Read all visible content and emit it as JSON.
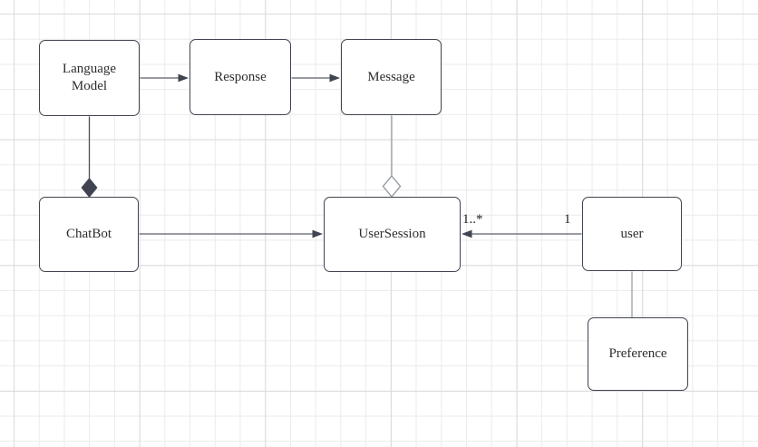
{
  "canvas": {
    "background": "#ffffff",
    "grid_minor_color": "#ebebeb",
    "grid_major_color": "#dbdbdb"
  },
  "colors": {
    "node_border": "#3f4450",
    "node_fill": "#ffffff",
    "connector_dark": "#5a5f6a",
    "connector_light": "#9aa0a8",
    "composition_diamond_fill": "#3f4450",
    "aggregation_diamond_fill": "#ffffff",
    "text": "#2d2d2d"
  },
  "nodes": {
    "language_model": {
      "label": "Language Model"
    },
    "response": {
      "label": "Response"
    },
    "message": {
      "label": "Message"
    },
    "chatbot": {
      "label": "ChatBot"
    },
    "user_session": {
      "label": "UserSession"
    },
    "user": {
      "label": "user"
    },
    "preference": {
      "label": "Preference"
    }
  },
  "edges": {
    "language_model_to_response": {
      "type": "arrow"
    },
    "response_to_message": {
      "type": "arrow"
    },
    "language_model_to_chatbot": {
      "type": "composition-diamond"
    },
    "message_to_user_session": {
      "type": "aggregation-diamond"
    },
    "chatbot_to_user_session": {
      "type": "arrow"
    },
    "user_to_user_session": {
      "type": "arrow",
      "target_multiplicity": "1..*",
      "source_multiplicity": "1"
    },
    "user_to_preference": {
      "type": "line"
    }
  }
}
